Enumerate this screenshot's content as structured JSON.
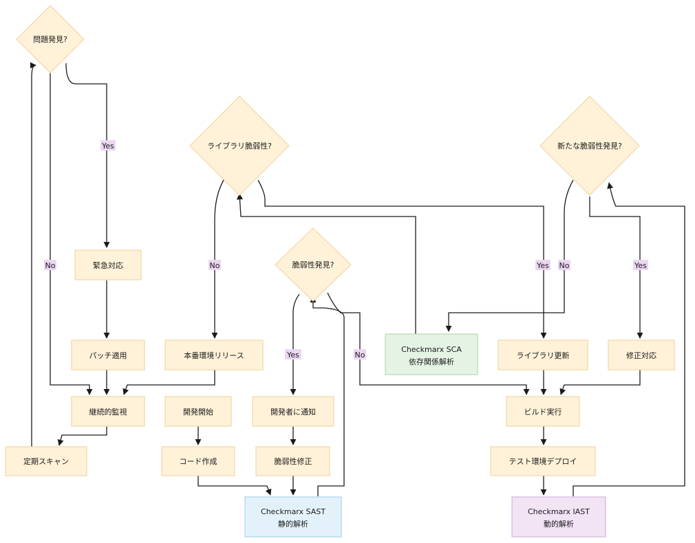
{
  "colors": {
    "default_fill": "#fff2d9",
    "default_stroke": "#f0d7a6",
    "sca_fill": "#e5f3e4",
    "sca_stroke": "#b5d9b2",
    "sast_fill": "#e3f2fa",
    "sast_stroke": "#a9d3eb",
    "iast_fill": "#f2e3f5",
    "iast_stroke": "#d4b5dc",
    "edge_label_bg": "#ecd6f3"
  },
  "nodes": {
    "d_problem": "問題発見?",
    "d_lib_vuln": "ライブラリ脆弱性?",
    "d_new_vuln": "新たな脆弱性発見?",
    "d_vuln": "脆弱性発見?",
    "emergency": "緊急対応",
    "patch": "パッチ適用",
    "monitor": "継続的監視",
    "periodic_scan": "定期スキャン",
    "prod_release": "本番環境リリース",
    "dev_start": "開発開始",
    "code_write": "コード作成",
    "sast": [
      "Checkmarx SAST",
      "静的解析"
    ],
    "notify_dev": "開発者に通知",
    "vuln_fix": "脆弱性修正",
    "sca": [
      "Checkmarx SCA",
      "依存関係解析"
    ],
    "lib_update": "ライブラリ更新",
    "fix": "修正対応",
    "build": "ビルド実行",
    "test_deploy": "テスト環境デプロイ",
    "iast": [
      "Checkmarx IAST",
      "動的解析"
    ]
  },
  "edge_labels": {
    "problem_yes": "Yes",
    "problem_no": "No",
    "lib_no": "No",
    "lib_yes": "Yes",
    "vuln_yes": "Yes",
    "vuln_no": "No",
    "new_no": "No",
    "new_yes": "Yes"
  }
}
